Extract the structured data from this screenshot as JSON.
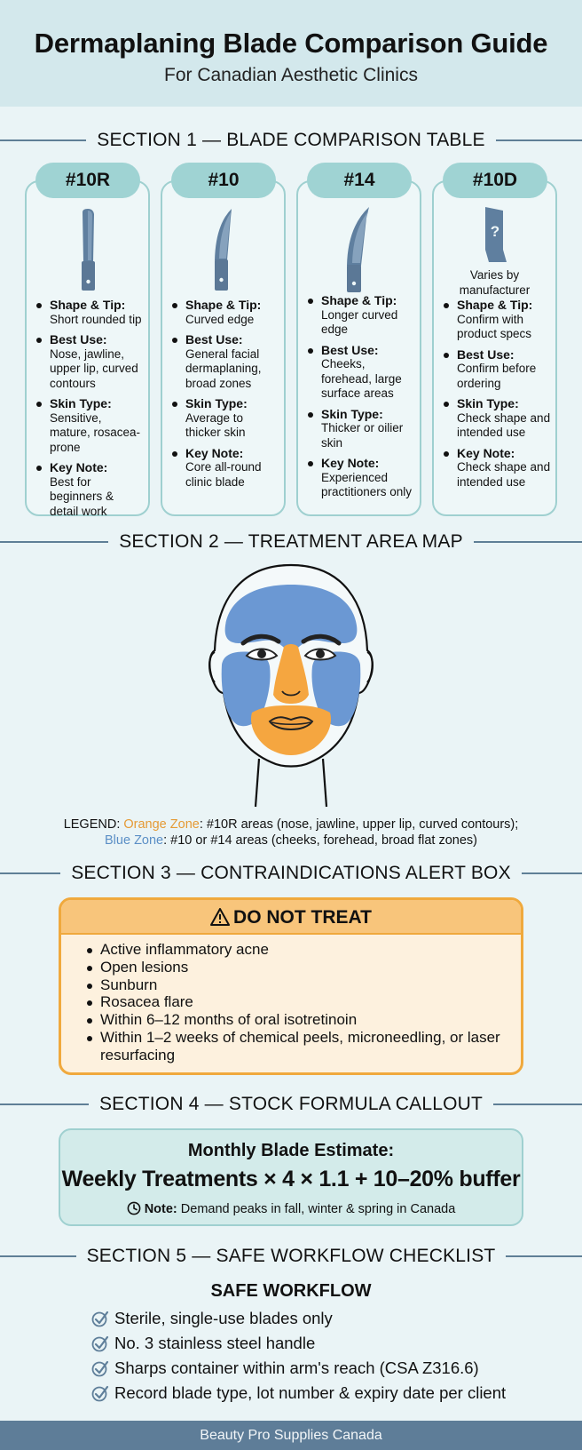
{
  "header": {
    "title": "Dermaplaning Blade Comparison Guide",
    "subtitle": "For Canadian Aesthetic Clinics"
  },
  "section1": {
    "title": "SECTION 1 — BLADE COMPARISON TABLE",
    "blades": [
      {
        "name": "#10R",
        "icon": "short-rounded-blade-icon",
        "shape_key": "Shape & Tip:",
        "shape": "Short rounded tip",
        "use_key": "Best Use:",
        "use": "Nose, jawline, upper lip, curved contours",
        "skin_key": "Skin Type:",
        "skin": "Sensitive, mature, rosacea-prone",
        "note_key": "Key Note:",
        "note": "Best for beginners & detail work"
      },
      {
        "name": "#10",
        "icon": "curved-blade-icon",
        "shape_key": "Shape & Tip:",
        "shape": "Curved edge",
        "use_key": "Best Use:",
        "use": "General facial dermaplaning, broad zones",
        "skin_key": "Skin Type:",
        "skin": "Average to thicker skin",
        "note_key": "Key Note:",
        "note": "Core all-round clinic blade"
      },
      {
        "name": "#14",
        "icon": "long-curved-blade-icon",
        "shape_key": "Shape & Tip:",
        "shape": "Longer curved edge",
        "use_key": "Best Use:",
        "use": "Cheeks, forehead, large surface areas",
        "skin_key": "Skin Type:",
        "skin": "Thicker or oilier skin",
        "note_key": "Key Note:",
        "note": "Experienced practitioners only"
      },
      {
        "name": "#10D",
        "icon": "unknown-blade-icon",
        "icon_glyph": "?",
        "caption": "Varies by manufacturer",
        "shape_key": "Shape & Tip:",
        "shape": "Confirm with product specs",
        "use_key": "Best Use:",
        "use": "Confirm before ordering",
        "skin_key": "Skin Type:",
        "skin": "Check shape and intended use",
        "note_key": "Key Note:",
        "note": "Check shape and intended use"
      }
    ]
  },
  "section2": {
    "title": "SECTION 2 — TREATMENT AREA MAP",
    "legend_prefix": "LEGEND: ",
    "orange_label": "Orange Zone",
    "orange_text": ": #10R areas (nose, jawline, upper lip, curved contours);",
    "blue_label": "Blue Zone",
    "blue_text": ": #10 or #14 areas (cheeks, forehead, broad flat zones)",
    "colors": {
      "orange": "#f5a640",
      "blue": "#6b98d3"
    }
  },
  "section3": {
    "title": "SECTION 3 — CONTRAINDICATIONS ALERT BOX",
    "alert_title": "DO NOT TREAT",
    "alert_icon": "warning-triangle-icon",
    "items": [
      "Active inflammatory acne",
      "Open lesions",
      "Sunburn",
      "Rosacea flare",
      "Within 6–12 months of oral isotretinoin",
      "Within 1–2 weeks of chemical peels, microneedling, or laser resurfacing"
    ]
  },
  "section4": {
    "title": "SECTION 4 — STOCK FORMULA CALLOUT",
    "heading": "Monthly Blade Estimate:",
    "formula": "Weekly Treatments × 4 × 1.1 + 10–20% buffer",
    "note_label": "Note:",
    "note_text": " Demand peaks in fall, winter & spring in Canada",
    "note_icon": "clock-icon"
  },
  "section5": {
    "title": "SECTION 5 — SAFE WORKFLOW CHECKLIST",
    "heading": "SAFE WORKFLOW",
    "items": [
      "Sterile, single-use blades only",
      "No. 3 stainless steel handle",
      "Sharps container within arm's reach (CSA Z316.6)",
      "Record blade type, lot number & expiry date per client"
    ]
  },
  "footer": {
    "text": "Beauty Pro Supplies Canada"
  }
}
